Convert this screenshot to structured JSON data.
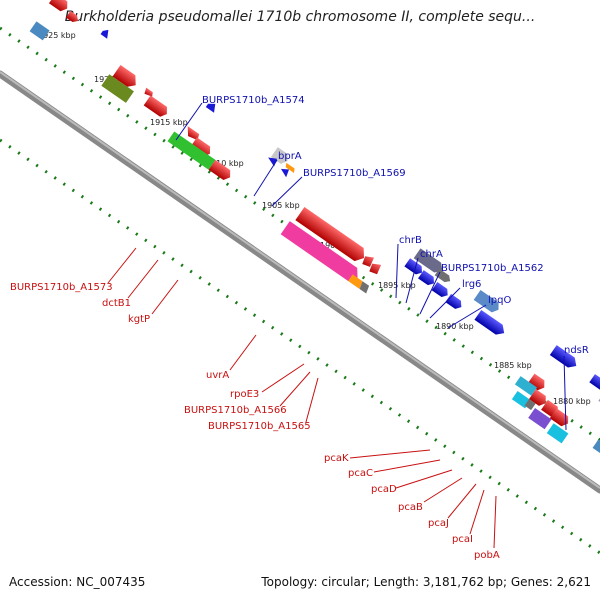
{
  "title": "Burkholderia pseudomallei 1710b chromosome II, complete sequ...",
  "footer": {
    "accession": "Accession: NC_007435",
    "topology": "Topology: circular; Length: 3,181,762 bp; Genes: 2,621"
  },
  "ticks": [
    "1925 kbp",
    "1920 kbp",
    "1915 kbp",
    "1910 kbp",
    "1905 kbp",
    "1900 kbp",
    "1895 kbp",
    "1890 kbp",
    "1885 kbp",
    "1880 kbp"
  ],
  "blue_labels": [
    "BURPS1710b_A1574",
    "bprA",
    "BURPS1710b_A1569",
    "chrB",
    "chrA",
    "BURPS1710b_A1562",
    "lrg6",
    "lpqO",
    "ndsR"
  ],
  "red_labels": [
    "BURPS1710b_A1573",
    "dctB1",
    "kgtP",
    "uvrA",
    "rpoE3",
    "BURPS1710b_A1566",
    "BURPS1710b_A1565",
    "pcaK",
    "pcaC",
    "pcaD",
    "pcaB",
    "pcaJ",
    "pcaI",
    "pobA"
  ],
  "colors": {
    "backbone": "#777777",
    "tick_dots": "#1a7a1a",
    "blue_gene": "#1a1ad6",
    "red_gene": "#e01010",
    "blue_label": "#1010b0",
    "red_label": "#c81010"
  }
}
